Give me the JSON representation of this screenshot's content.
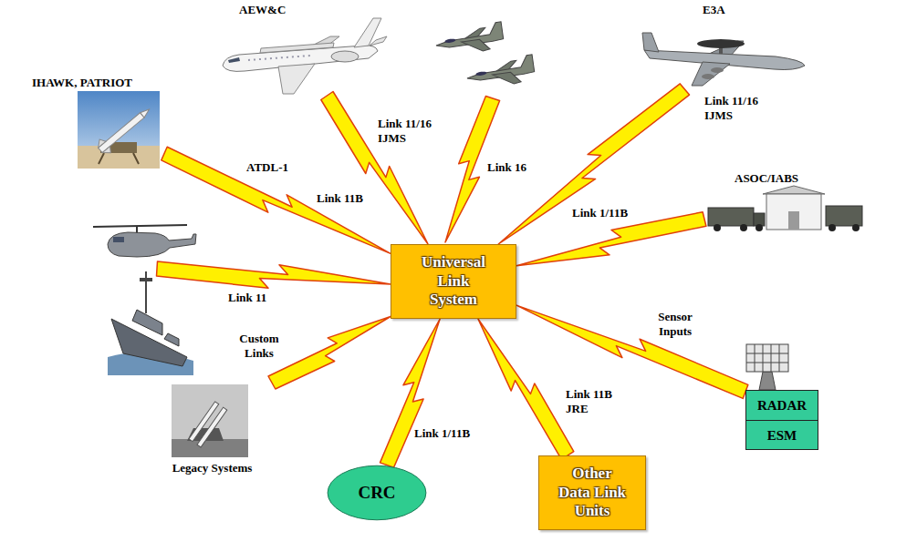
{
  "diagram": {
    "nodes": [
      {
        "text": [
          "AEW&C"
        ]
      },
      {
        "text": [
          "E3A"
        ]
      },
      {
        "text": [
          "IHAWK, PATRIOT"
        ]
      },
      {
        "text": [
          "ASOC/IABS"
        ]
      },
      {
        "text": [
          "Universal Link System"
        ]
      },
      {
        "text": [
          "RADAR"
        ]
      },
      {
        "text": [
          "ESM"
        ]
      },
      {
        "text": [
          "Legacy Systems"
        ]
      },
      {
        "text": [
          "CRC"
        ]
      },
      {
        "text": [
          "Other Data Link Units"
        ]
      }
    ],
    "edges": [
      {
        "from": 4,
        "to": 0,
        "label": "Link 11/16 IJMS",
        "arrow": "none"
      },
      {
        "from": 4,
        "to": 1,
        "label": "Link 11/16 IJMS",
        "arrow": "none"
      },
      {
        "from": 4,
        "to": 2,
        "label": "ATDL-1",
        "arrow": "none"
      },
      {
        "from": 4,
        "to": 3,
        "label": "Link 1/11B",
        "arrow": "none"
      },
      {
        "from": 4,
        "to": 5,
        "label": "Sensor Inputs",
        "arrow": "none"
      },
      {
        "from": 4,
        "to": 9,
        "label": "Link 11B JRE",
        "arrow": "none"
      },
      {
        "from": 4,
        "to": 8,
        "label": "Link 1/11B",
        "arrow": "none"
      },
      {
        "from": 4,
        "to": 7,
        "label": "Custom Links",
        "arrow": "none"
      }
    ],
    "labels": [
      "Link 16",
      "Link 11B",
      "Link 11"
    ]
  }
}
